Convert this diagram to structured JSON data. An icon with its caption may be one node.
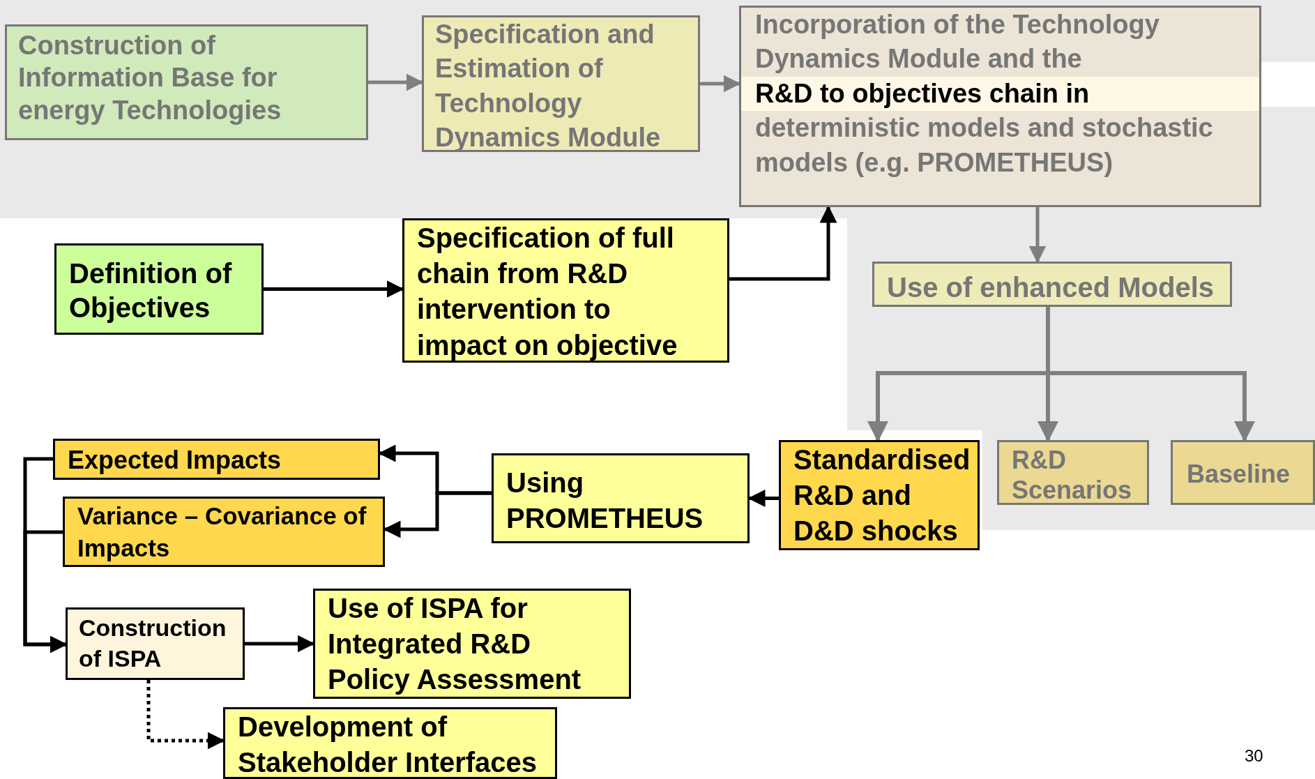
{
  "diagram": {
    "nodes": [
      {
        "text": [
          "Construction of Information Base for energy Technologies"
        ]
      },
      {
        "text": [
          "Specification and Estimation of Technology Dynamics Module"
        ]
      },
      {
        "text": [
          "Incorporation of the Technology Dynamics Module and the",
          "R&D to objectives chain in",
          "deterministic models and stochastic models (e.g. PROMETHEUS)"
        ]
      },
      {
        "text": [
          "Definition of Objectives"
        ]
      },
      {
        "text": [
          "Specification of full chain from R&D intervention to impact on objective"
        ]
      },
      {
        "text": [
          "Use of enhanced Models"
        ]
      },
      {
        "text": [
          "Standardised R&D and D&D shocks"
        ]
      },
      {
        "text": [
          "R&D Scenarios"
        ]
      },
      {
        "text": [
          "Baseline"
        ]
      },
      {
        "text": [
          "Using PROMETHEUS"
        ]
      },
      {
        "text": [
          "Expected Impacts"
        ]
      },
      {
        "text": [
          "Variance – Covariance of Impacts"
        ]
      },
      {
        "text": [
          "Construction of ISPA"
        ]
      },
      {
        "text": [
          "Use of ISPA for Integrated R&D Policy Assessment"
        ]
      },
      {
        "text": [
          "Development of Stakeholder Interfaces"
        ]
      }
    ],
    "edges": [
      {
        "from": 0,
        "to": 1,
        "arrow": "to",
        "color": "#7f7f7f"
      },
      {
        "from": 1,
        "to": 2,
        "arrow": "to",
        "color": "#7f7f7f"
      },
      {
        "from": 4,
        "to": 2,
        "arrow": "to"
      },
      {
        "from": 3,
        "to": 4,
        "arrow": "to"
      },
      {
        "from": 2,
        "to": 5,
        "arrow": "to",
        "color": "#7f7f7f"
      },
      {
        "from": 5,
        "to": 6,
        "arrow": "to",
        "color": "#7f7f7f"
      },
      {
        "from": 5,
        "to": 7,
        "arrow": "to",
        "color": "#7f7f7f"
      },
      {
        "from": 5,
        "to": 8,
        "arrow": "to",
        "color": "#7f7f7f"
      },
      {
        "from": 6,
        "to": 9,
        "arrow": "to"
      },
      {
        "from": 9,
        "to": 10,
        "arrow": "to"
      },
      {
        "from": 9,
        "to": 11,
        "arrow": "to"
      },
      {
        "from": 10,
        "to": 12,
        "arrow": "to"
      },
      {
        "from": 11,
        "to": 12,
        "arrow": "to"
      },
      {
        "from": 12,
        "to": 13,
        "arrow": "to"
      },
      {
        "from": 12,
        "to": 14,
        "arrow": "to",
        "style": "dashed"
      }
    ],
    "labels": [
      "30"
    ]
  }
}
